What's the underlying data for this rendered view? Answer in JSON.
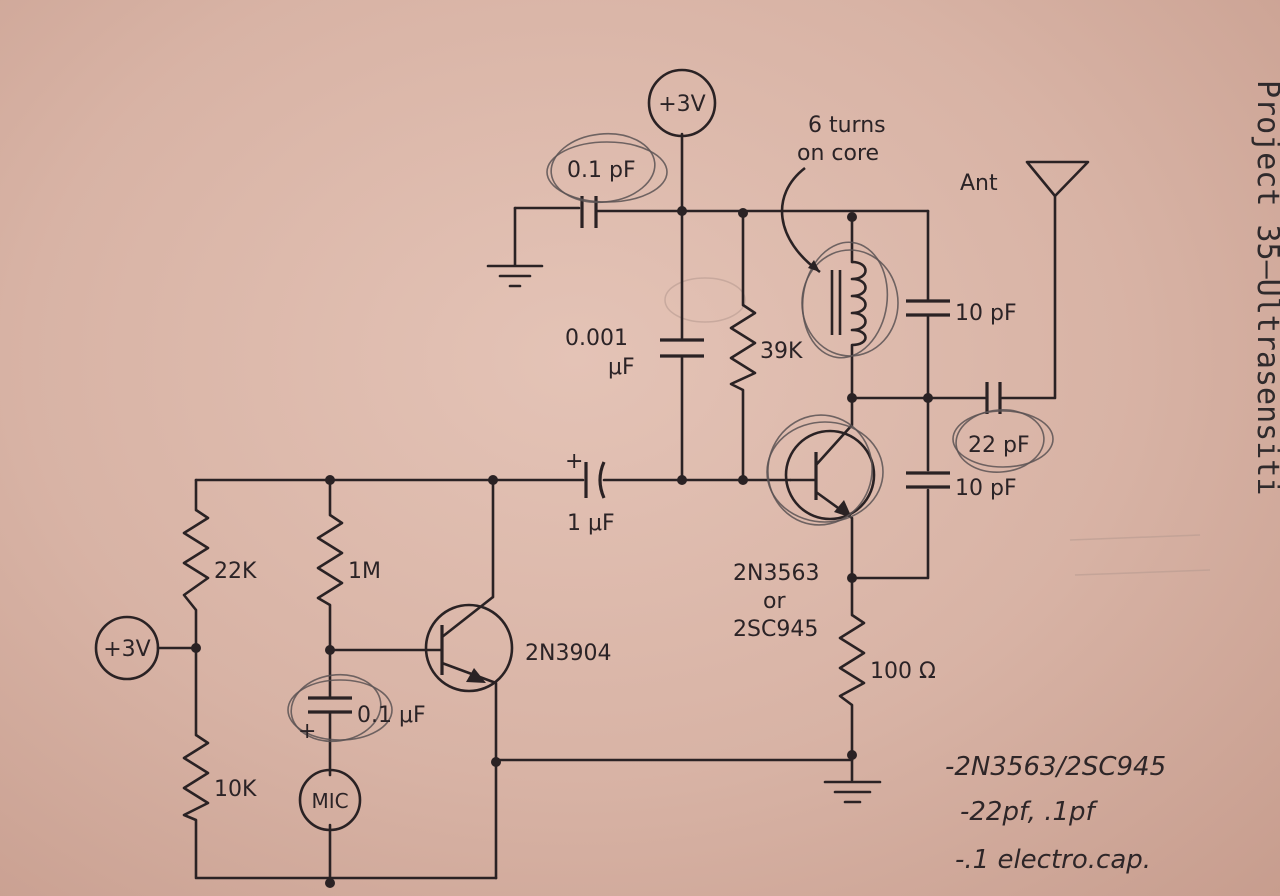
{
  "labels": {
    "supply_top": "+3V",
    "supply_left": "+3V",
    "cap_top": "0.1 pF",
    "cap_mid_value": "0.001",
    "cap_mid_unit": "μF",
    "res_39k": "39K",
    "coil_note_line1": "6 turns",
    "coil_note_line2": "on core",
    "cap_tank": "10 pF",
    "cap_feedback": "10 pF",
    "cap_antenna": "22 pF",
    "antenna": "Ant",
    "cap_coupling": "1 μF",
    "res_22k": "22K",
    "res_1m": "1M",
    "res_10k": "10K",
    "cap_mic": "0.1 μF",
    "mic": "MIC",
    "q1": "2N3904",
    "q2_line1": "2N3563",
    "q2_line2": "or",
    "q2_line3": "2SC945",
    "res_100": "100 Ω",
    "plus_coupling": "+",
    "plus_mic": "+"
  },
  "handwritten_notes": [
    "-2N3563/2SC945",
    "-22pf, .1pf",
    "-.1 electro.cap."
  ],
  "side_text": "Project 35—Ultrasensiti"
}
